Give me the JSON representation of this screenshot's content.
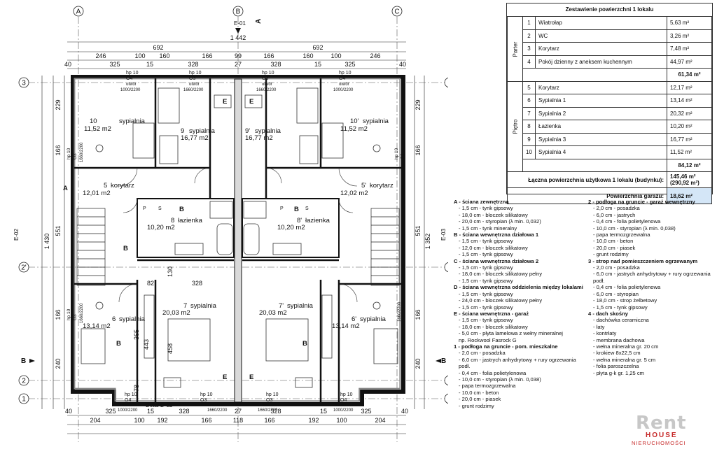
{
  "plan": {
    "axes_top": [
      "A",
      "B",
      "C"
    ],
    "axes_side": [
      "1",
      "2",
      "B",
      "2'",
      "A",
      "3"
    ],
    "section_marks": [
      "E-01",
      "A",
      "E-02",
      "E-03",
      "B",
      "B"
    ],
    "top_dims": {
      "total": "1 442",
      "halves": [
        "692",
        "692"
      ],
      "row2": [
        "246",
        "100",
        "160",
        "166",
        "99",
        "166",
        "160",
        "100",
        "246"
      ],
      "row3": [
        "40",
        "325",
        "15",
        "328",
        "27",
        "328",
        "15",
        "325",
        "40"
      ]
    },
    "bottom_dims": {
      "row1": [
        "40",
        "325",
        "15",
        "328",
        "27",
        "328",
        "15",
        "325",
        "40"
      ],
      "row2": [
        "204",
        "100",
        "192",
        "166",
        "118",
        "166",
        "192",
        "100",
        "204"
      ]
    },
    "left_dims": {
      "total": "1 430",
      "parts": [
        "229",
        "166",
        "551",
        "166",
        "240"
      ],
      "outer": [
        "1 352",
        "551"
      ]
    },
    "inner_dims": [
      "82",
      "130",
      "328",
      "365",
      "443",
      "458",
      "78"
    ],
    "rooms": [
      {
        "no": "10",
        "name": "sypialnia",
        "area": "11,52 m2"
      },
      {
        "no": "9",
        "name": "sypialnia",
        "area": "16,77 m2"
      },
      {
        "no": "9'",
        "name": "sypialnia",
        "area": "16,77 m2"
      },
      {
        "no": "10'",
        "name": "sypialnia",
        "area": "11,52 m2"
      },
      {
        "no": "5",
        "name": "korytarz",
        "area": "12,01 m2"
      },
      {
        "no": "5'",
        "name": "korytarz",
        "area": "12,02 m2"
      },
      {
        "no": "8",
        "name": "łazienka",
        "area": "10,20 m2"
      },
      {
        "no": "8'",
        "name": "łazienka",
        "area": "10,20 m2"
      },
      {
        "no": "7",
        "name": "sypialnia",
        "area": "20,03 m2"
      },
      {
        "no": "7'",
        "name": "sypialnia",
        "area": "20,03 m2"
      },
      {
        "no": "6",
        "name": "sypialnia",
        "area": "13,14 m2"
      },
      {
        "no": "6'",
        "name": "sypialnia",
        "area": "13,14 m2"
      }
    ],
    "wall_codes": [
      "A",
      "B",
      "B",
      "B",
      "B",
      "B",
      "E",
      "E",
      "E",
      "E"
    ],
    "opening_top": [
      {
        "hp": "hp 10",
        "id": "O4",
        "text": "otwór",
        "size": "1000/2200"
      },
      {
        "hp": "hp 10",
        "id": "O3",
        "text": "otwór",
        "size": "1660/2200"
      },
      {
        "hp": "hp 10",
        "id": "O3",
        "text": "otwór",
        "size": "1660/2200"
      },
      {
        "hp": "hp 10",
        "id": "O4",
        "text": "otwór",
        "size": "1000/2200"
      }
    ],
    "opening_bottom": [
      {
        "hp": "hp 10",
        "id": "O4",
        "text": "otwór",
        "size": "1000/2200"
      },
      {
        "hp": "hp 10",
        "id": "O3",
        "text": "otwór",
        "size": "1660/2200"
      },
      {
        "hp": "hp 10",
        "id": "O3",
        "text": "otwór",
        "size": "1660/2200"
      },
      {
        "hp": "hp 10",
        "id": "O4",
        "text": "otwór",
        "size": "1000/2200"
      }
    ],
    "side_openings": [
      "hp 10",
      "O3",
      "1660/2200"
    ],
    "detail_label": "Detal D-02",
    "fixture_letters": [
      "P",
      "S",
      "P",
      "S"
    ]
  },
  "summary": {
    "title": "Zestawienie powierzchni 1 lokalu",
    "groups": [
      {
        "label": "Parter",
        "rows": [
          {
            "no": "1",
            "name": "Wiatrołap",
            "area": "5,63 m²"
          },
          {
            "no": "2",
            "name": "WC",
            "area": "3,26 m²"
          },
          {
            "no": "3",
            "name": "Korytarz",
            "area": "7,48 m²"
          },
          {
            "no": "4",
            "name": "Pokój dzienny z aneksem kuchennym",
            "area": "44,97 m²"
          }
        ],
        "subtotal": "61,34 m²"
      },
      {
        "label": "Piętro",
        "rows": [
          {
            "no": "5",
            "name": "Korytarz",
            "area": "12,17 m²"
          },
          {
            "no": "6",
            "name": "Sypialnia 1",
            "area": "13,14 m²"
          },
          {
            "no": "7",
            "name": "Sypialnia 2",
            "area": "20,32 m²"
          },
          {
            "no": "8",
            "name": "Łazienka",
            "area": "10,20 m²"
          },
          {
            "no": "9",
            "name": "Sypialnia 3",
            "area": "16,77 m²"
          },
          {
            "no": "10",
            "name": "Sypialnia 4",
            "area": "11,52 m²"
          }
        ],
        "subtotal": "84,12 m²"
      }
    ],
    "total_label": "Łączna powierzchnia użytkowa 1 lokalu (budynku):",
    "total_value": "145,46 m²",
    "total_value2": "(290,92 m²)",
    "garage_label": "Powierzchnia garażu:",
    "garage_value": "18,62 m²"
  },
  "legend_left": [
    {
      "head": "A - ściana zewnętrzna",
      "lines": [
        "- 1,5 cm - tynk gipsowy",
        "- 18,0 cm - bloczek silikatowy",
        "- 20,0 cm - styropian (λ min. 0,032)",
        "- 1,5 cm - tynk mineralny"
      ]
    },
    {
      "head": "B - ściana wewnętrzna działowa 1",
      "lines": [
        "- 1,5 cm - tynk gipsowy",
        "- 12,0 cm - bloczek silikatowy",
        "- 1,5 cm - tynk gipsowy"
      ]
    },
    {
      "head": "C - ściana wewnętrzna działowa 2",
      "lines": [
        "- 1,5 cm - tynk gipsowy",
        "- 18,0 cm - bloczek silikatowy pełny",
        "- 1,5 cm - tynk gipsowy"
      ]
    },
    {
      "head": "D - ściana wewnętrzna oddzielenia między lokalami",
      "lines": [
        "- 1,5 cm - tynk gipsowy",
        "- 24,0 cm - bloczek silikatowy pełny",
        "- 1,5 cm - tynk gipsowy"
      ]
    },
    {
      "head": "E - ściana wewnętrzna - garaż",
      "lines": [
        "- 1,5 cm - tynk gipsowy",
        "- 18,0 cm - bloczek silikatowy",
        "- 5,0 cm - płyta lamelowa z wełny mineralnej",
        "  np. Rockwool Fasrock G"
      ]
    },
    {
      "head": "1 - podłoga na gruncie - pom. mieszkalne",
      "lines": [
        "- 2,0 cm - posadzka",
        "- 6,0 cm - jastrych anhydrytowy + rury ogrzewania podł.",
        "- 0,4 cm - folia polietylenowa",
        "- 10,0 cm - styropian (λ min. 0,038)",
        "- papa termozgrzewalna",
        "- 10,0 cm - beton",
        "- 20,0 cm - piasek",
        "- grunt rodzimy"
      ]
    }
  ],
  "legend_right": [
    {
      "head": "2 - podłoga na gruncie - garaż wewnętrzny",
      "lines": [
        "- 2,0 cm - posadzka",
        "- 6,0 cm - jastrych",
        "- 0,4 cm - folia polietylenowa",
        "- 10,0 cm - styropian (λ min. 0,038)",
        "- papa termozgrzewalna",
        "- 10,0 cm - beton",
        "- 20,0 cm - piasek",
        "- grunt rodzimy"
      ]
    },
    {
      "head": "3 - strop nad pomieszczeniem ogrzewanym",
      "lines": [
        "- 2,0 cm - posadzka",
        "- 6,0 cm - jastrych anhydrytowy + rury ogrzewania podł.",
        "- 0,4 cm - folia polietylenowa",
        "- 6,0 cm - styropian",
        "- 18,0 cm - strop żelbetowy",
        "- 1,5 cm - tynk gipsowy"
      ]
    },
    {
      "head": "4 - dach skośny",
      "lines": [
        "- dachówka ceramiczna",
        "- łaty",
        "- kontrłaty",
        "- membrana dachowa",
        "- wełna mineralna gr. 20 cm",
        "- krokiew 8x22,5 cm",
        "- wełna mineralna gr. 5 cm",
        "- folia paroszczelna",
        "- płyta g-k gr. 1,25 cm"
      ]
    }
  ],
  "logo": {
    "rent": "Rent",
    "house": "HOUSE",
    "sub": "NIERUCHOMOŚCI"
  }
}
